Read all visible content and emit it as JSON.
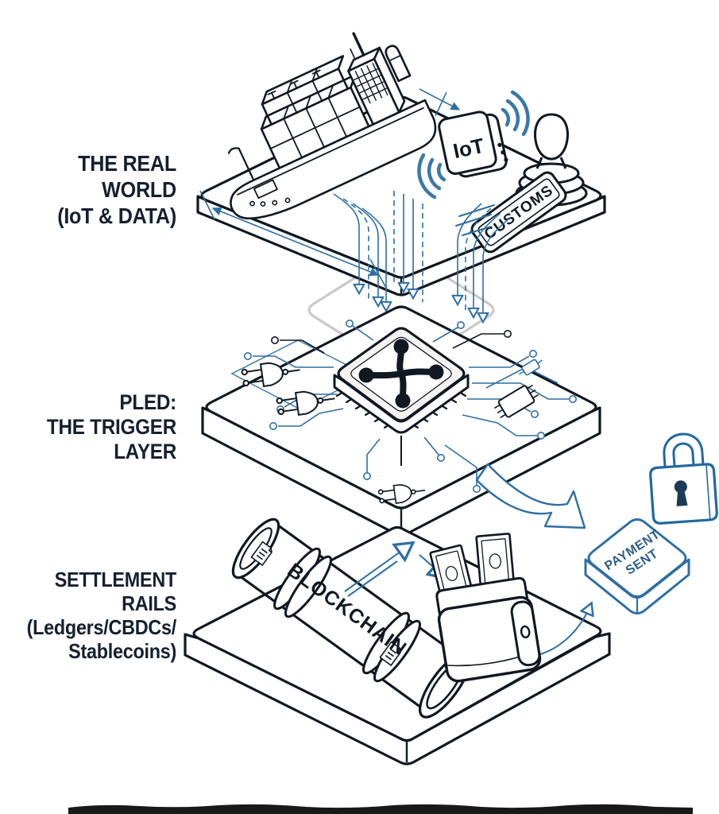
{
  "labels": {
    "real_world": {
      "line1": "THE REAL WORLD",
      "line2": "(IoT & DATA)"
    },
    "trigger": {
      "line1": "PLED:",
      "line2": "THE TRIGGER LAYER"
    },
    "settlement": {
      "line1": "SETTLEMENT RAILS",
      "line2": "(Ledgers/CBDCs/",
      "line3": "Stablecoins)"
    }
  },
  "diagram": {
    "iot_device_label": "IoT",
    "customs_stamp_label": "CUSTOMS",
    "blockchain_label": "BLOCKCHAIN",
    "payment_badge": {
      "line1": "PAYMENT",
      "line2": "SENT"
    }
  },
  "colors": {
    "ink": "#101822",
    "label_navy": "#15202f",
    "accent_blue": "#2e6fa3",
    "badge_text_blue": "#2f5e86",
    "ghost_gray": "#c9c9c9",
    "bottom_bar": "#191919"
  }
}
